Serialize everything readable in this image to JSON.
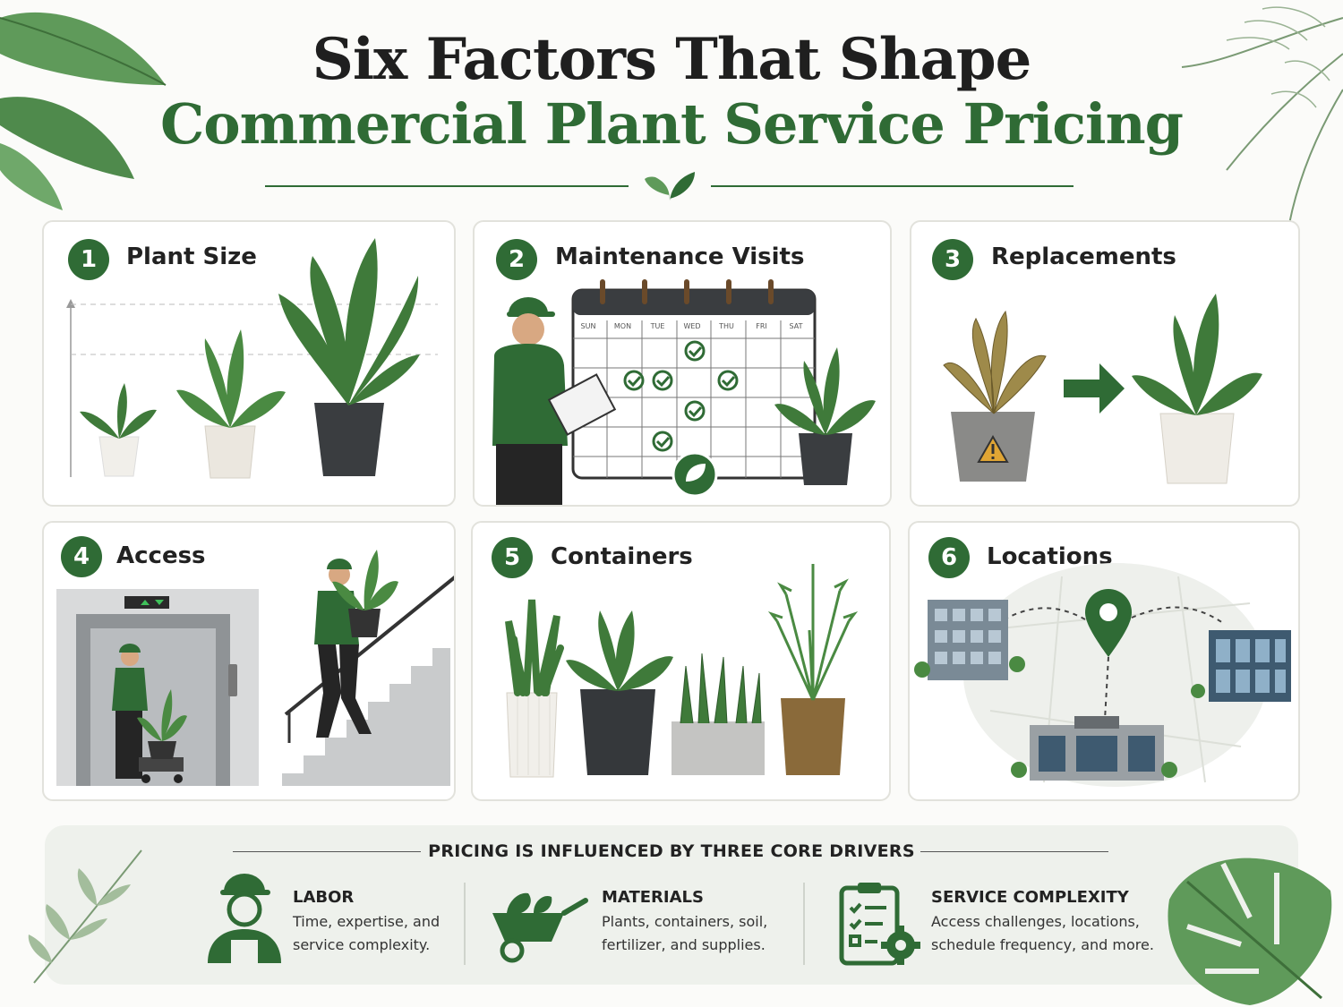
{
  "header": {
    "title_line1": "Six Factors That Shape",
    "title_line2": "Commercial Plant Service Pricing"
  },
  "factors": [
    {
      "number": "1",
      "label": "Plant Size"
    },
    {
      "number": "2",
      "label": "Maintenance Visits"
    },
    {
      "number": "3",
      "label": "Replacements"
    },
    {
      "number": "4",
      "label": "Access"
    },
    {
      "number": "5",
      "label": "Containers"
    },
    {
      "number": "6",
      "label": "Locations"
    }
  ],
  "calendar": {
    "days": [
      "SUN",
      "MON",
      "TUE",
      "WED",
      "THU",
      "FRI",
      "SAT"
    ]
  },
  "footer": {
    "heading": "PRICING IS INFLUENCED BY THREE CORE DRIVERS",
    "drivers": [
      {
        "title": "LABOR",
        "line1": "Time, expertise, and",
        "line2": "service complexity."
      },
      {
        "title": "MATERIALS",
        "line1": "Plants, containers, soil,",
        "line2": "fertilizer, and supplies."
      },
      {
        "title": "SERVICE COMPLEXITY",
        "line1": "Access challenges, locations,",
        "line2": "schedule frequency, and more."
      }
    ]
  },
  "colors": {
    "brand_green": "#2f6b35",
    "leaf_green": "#3f7a3a",
    "card_border": "#e2e2dc",
    "footer_bg": "#eef1ec"
  }
}
